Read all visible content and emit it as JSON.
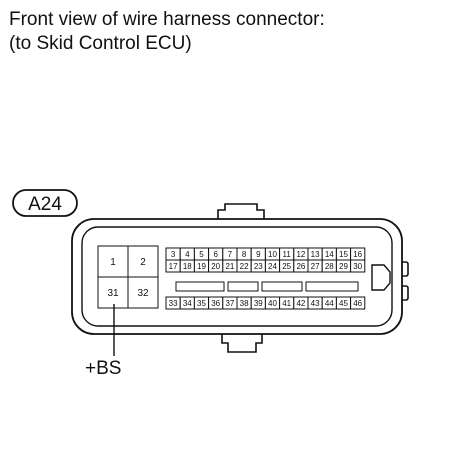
{
  "title": {
    "line1": "Front view of wire harness connector:",
    "line2": "(to Skid Control ECU)"
  },
  "connector": {
    "id": "A24",
    "pin_label": "+BS",
    "left_block": [
      [
        "1",
        "2"
      ],
      [
        "31",
        "32"
      ]
    ],
    "upper_row": [
      "3",
      "4",
      "5",
      "6",
      "7",
      "8",
      "9",
      "10",
      "11",
      "12",
      "13",
      "14",
      "15",
      "16"
    ],
    "middle_row": [
      "17",
      "18",
      "19",
      "20",
      "21",
      "22",
      "23",
      "24",
      "25",
      "26",
      "27",
      "28",
      "29",
      "30"
    ],
    "lower_row": [
      "33",
      "34",
      "35",
      "36",
      "37",
      "38",
      "39",
      "40",
      "41",
      "42",
      "43",
      "44",
      "45",
      "46"
    ]
  }
}
